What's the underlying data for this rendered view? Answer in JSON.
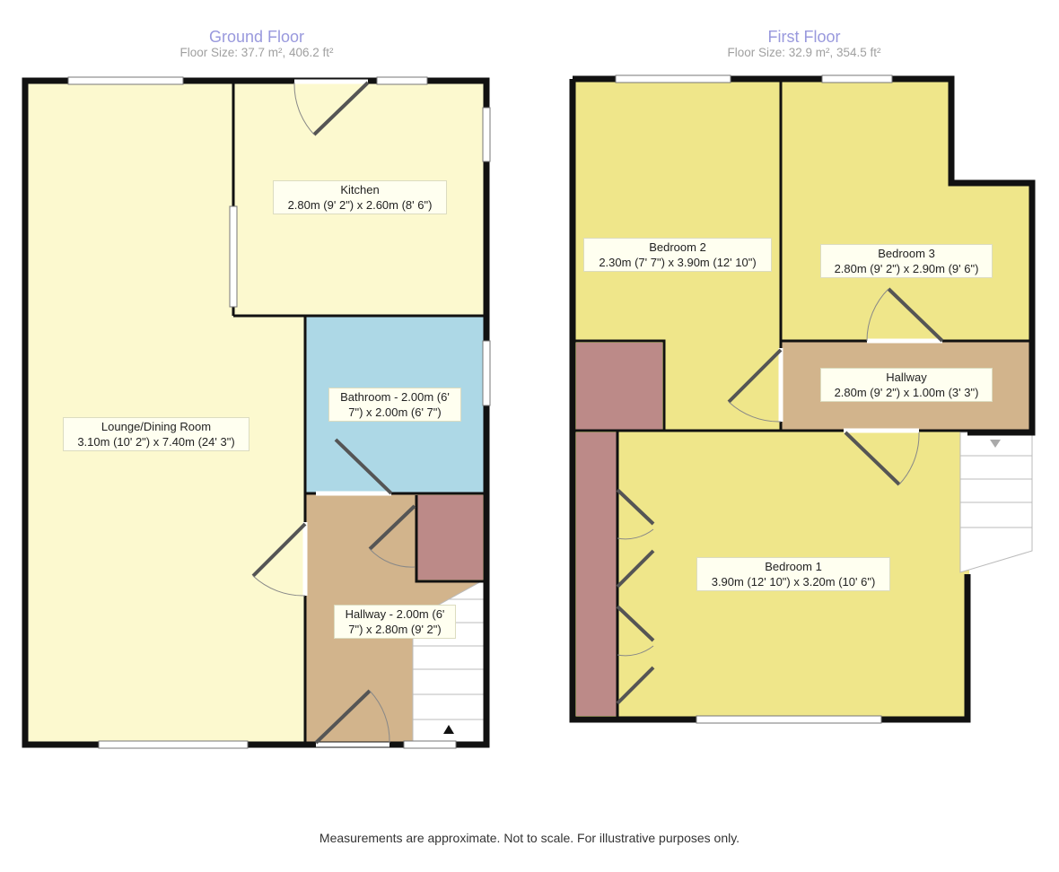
{
  "ground_floor": {
    "title": "Ground Floor",
    "size": "Floor Size: 37.7 m², 406.2 ft²",
    "rooms": {
      "lounge": {
        "name": "Lounge/Dining Room",
        "dims": "3.10m (10' 2\") x 7.40m (24' 3\")"
      },
      "kitchen": {
        "name": "Kitchen",
        "dims": "2.80m (9' 2\") x 2.60m (8' 6\")"
      },
      "bathroom": {
        "name": "Bathroom - 2.00m (6'",
        "dims": "7\") x 2.00m (6' 7\")"
      },
      "hallway": {
        "name": "Hallway - 2.00m (6'",
        "dims": "7\") x 2.80m (9' 2\")"
      }
    }
  },
  "first_floor": {
    "title": "First Floor",
    "size": "Floor Size: 32.9 m², 354.5 ft²",
    "rooms": {
      "bedroom2": {
        "name": "Bedroom 2",
        "dims": "2.30m (7' 7\") x 3.90m (12' 10\")"
      },
      "bedroom3": {
        "name": "Bedroom 3",
        "dims": "2.80m (9' 2\") x 2.90m (9' 6\")"
      },
      "hallway": {
        "name": "Hallway",
        "dims": "2.80m (9' 2\") x 1.00m (3' 3\")"
      },
      "bedroom1": {
        "name": "Bedroom 1",
        "dims": "3.90m (12' 10\") x 3.20m (10' 6\")"
      }
    }
  },
  "colors": {
    "lounge_kitchen": "#fcf9cf",
    "bathroom": "#add8e6",
    "hallway": "#d2b48c",
    "cupboard": "#bc8a88",
    "bedroom": "#efe68a",
    "wall": "#111111"
  },
  "disclaimer": "Measurements are approximate. Not to scale. For illustrative purposes only."
}
